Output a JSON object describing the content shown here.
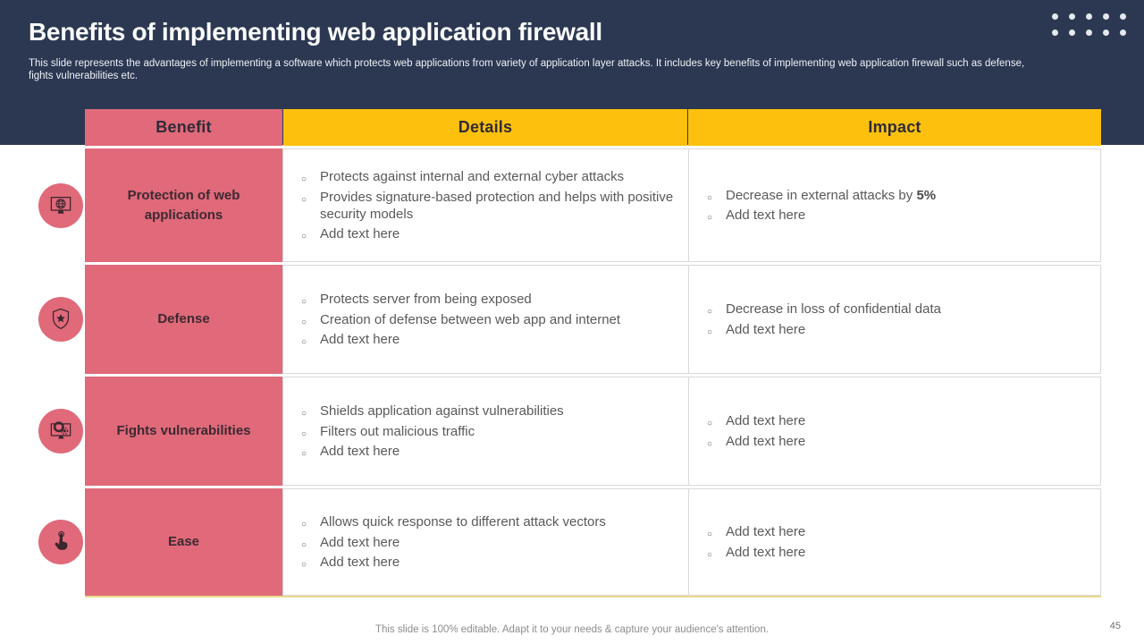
{
  "slide": {
    "title": "Benefits of implementing web application firewall",
    "subtitle": "This slide represents the advantages of implementing a software which protects web applications from variety of application layer attacks. It includes key benefits of implementing web application firewall such as defense, fights vulnerabilities etc.",
    "footer": "This slide is 100% editable. Adapt it to your needs & capture your audience's attention.",
    "page_number": "45"
  },
  "colors": {
    "navy": "#2c3852",
    "pink": "#e0697a",
    "yellow": "#fdc10d",
    "bullet_gray": "#595959",
    "border_gray": "#d9d9d9",
    "bottom_line": "#ecd98b"
  },
  "table": {
    "headers": {
      "benefit": "Benefit",
      "details": "Details",
      "impact": "Impact"
    },
    "rows": [
      {
        "icon": "monitor-globe-icon",
        "benefit": "Protection of web applications",
        "details": [
          "Protects against internal and external cyber attacks",
          "Provides signature-based protection and helps with positive security models",
          "Add text here"
        ],
        "impact": [
          {
            "text": "Decrease in external attacks by ",
            "bold": "5%"
          },
          {
            "text": "Add text here",
            "bold": ""
          }
        ]
      },
      {
        "icon": "shield-star-icon",
        "benefit": "Defense",
        "details": [
          "Protects server from being exposed",
          "Creation of defense between web app and internet",
          "Add text here"
        ],
        "impact": [
          {
            "text": "Decrease in loss of confidential data",
            "bold": ""
          },
          {
            "text": "Add text here",
            "bold": ""
          }
        ]
      },
      {
        "icon": "monitor-bug-gear-icon",
        "benefit": "Fights vulnerabilities",
        "details": [
          "Shields application against vulnerabilities",
          "Filters out malicious traffic",
          "Add text here"
        ],
        "impact": [
          {
            "text": "Add text here",
            "bold": ""
          },
          {
            "text": "Add text here",
            "bold": ""
          }
        ]
      },
      {
        "icon": "hand-click-icon",
        "benefit": "Ease",
        "details": [
          "Allows quick response to different attack vectors",
          "Add text here",
          "Add text here"
        ],
        "impact": [
          {
            "text": "Add text here",
            "bold": ""
          },
          {
            "text": "Add text here",
            "bold": ""
          }
        ]
      }
    ]
  }
}
